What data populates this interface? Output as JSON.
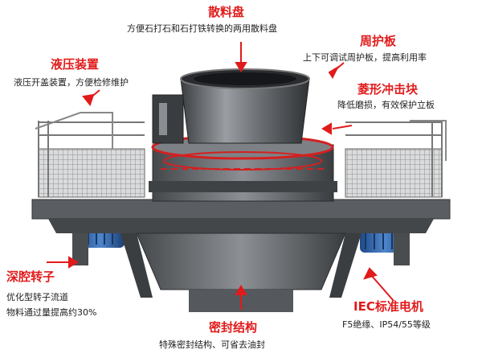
{
  "callouts": {
    "discharge_tray": {
      "title": "散料盘",
      "desc": "方便石打石和石打铁转换的两用散料盘"
    },
    "hydraulic": {
      "title": "液压装置",
      "desc": "液压开盖装置，方便检修维护"
    },
    "guard_plate": {
      "title": "周护板",
      "desc": "上下可调试周护板，提高利用率"
    },
    "diamond_block": {
      "title": "菱形冲击块",
      "desc": "降低磨损，有效保护立板"
    },
    "deep_rotor": {
      "title": "深腔转子",
      "desc1": "优化型转子流道",
      "desc2": "物料通过量提高约30%"
    },
    "motor": {
      "title": "IEC标准电机",
      "desc": "F5绝缘、IP54/55等级"
    },
    "seal": {
      "title": "密封结构",
      "desc": "特殊密封结构、可省去油封"
    }
  },
  "colors": {
    "accent": "#e11b1b",
    "text": "#222222",
    "machine_body": "#5b5f63",
    "motor": "#2f63a8"
  }
}
